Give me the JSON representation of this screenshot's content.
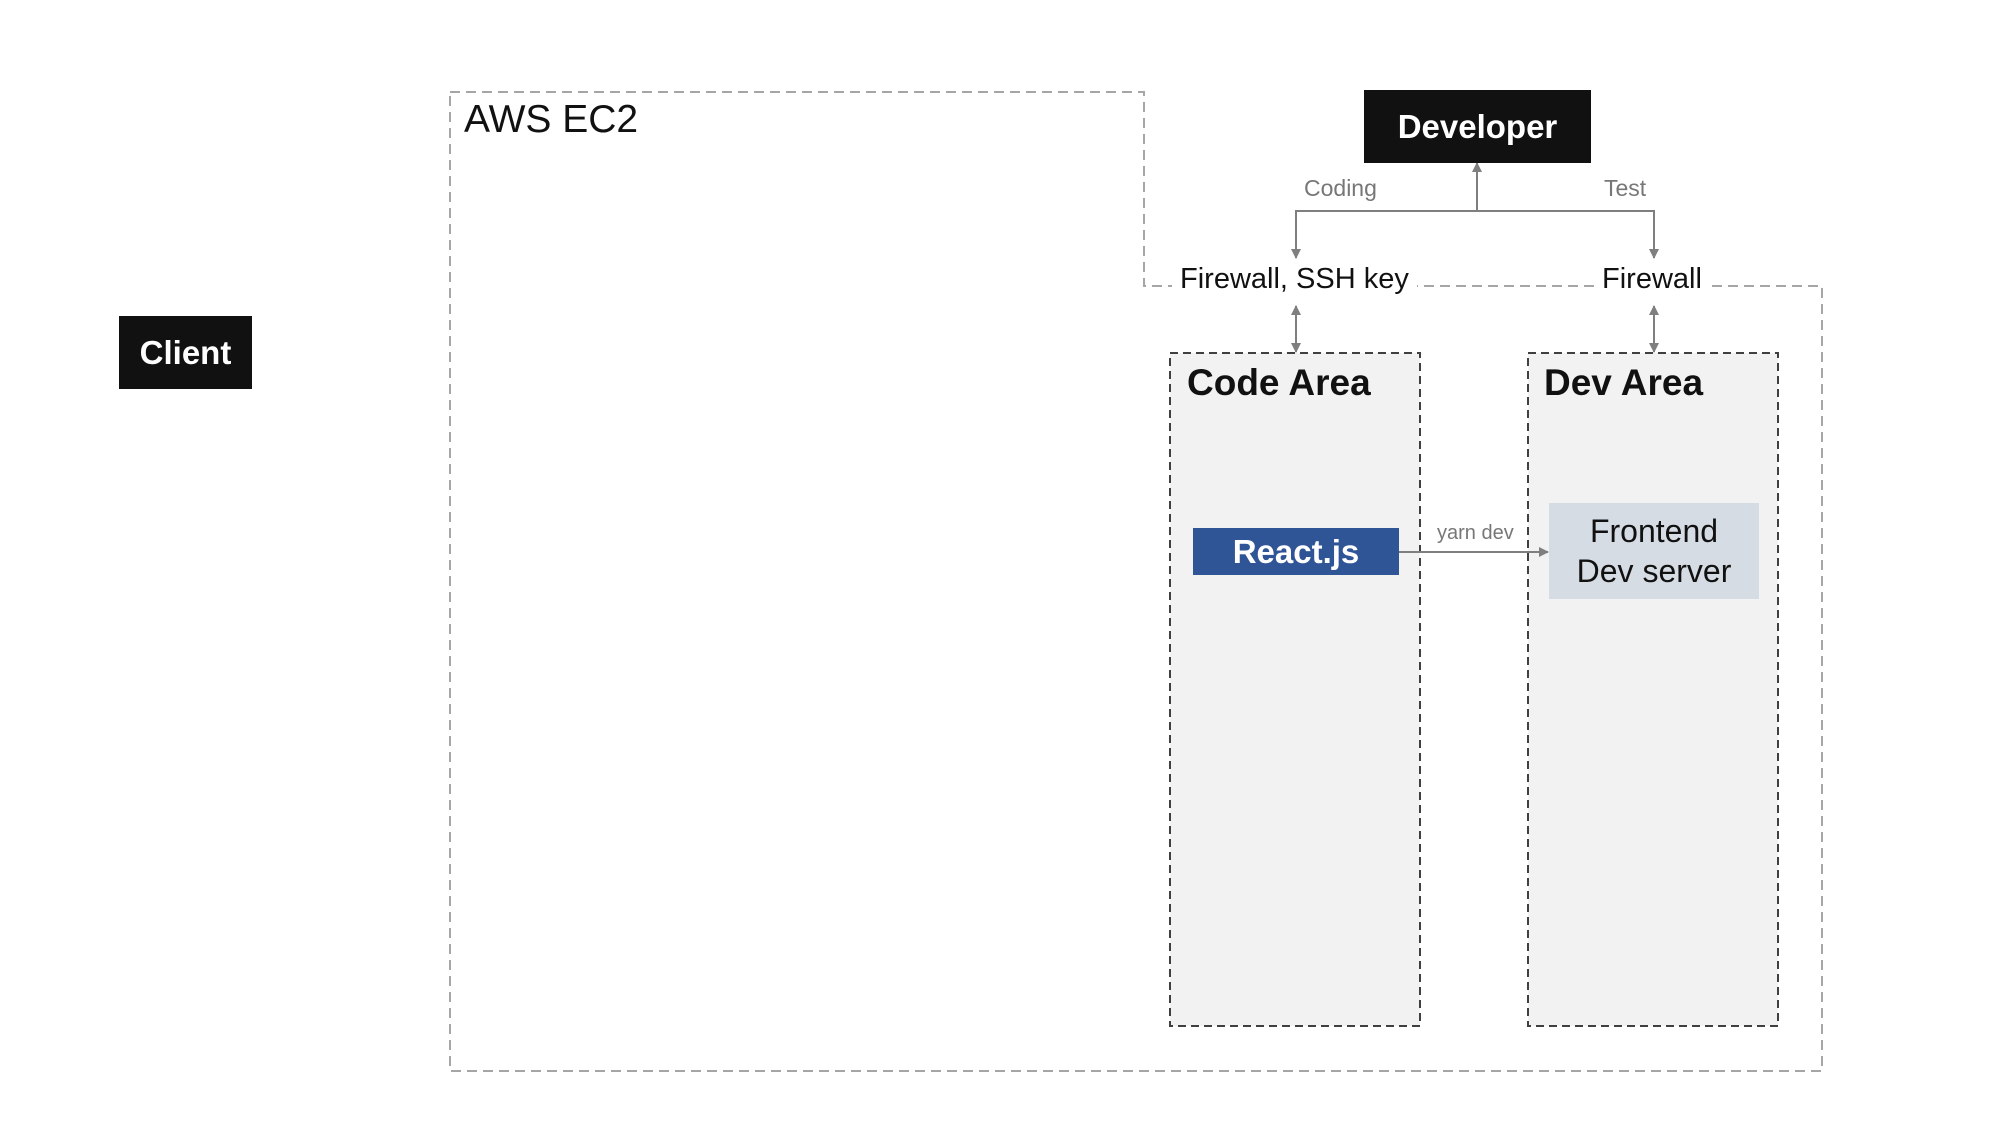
{
  "ec2": {
    "title": "AWS EC2"
  },
  "developer": {
    "label": "Developer"
  },
  "client": {
    "label": "Client"
  },
  "edges": {
    "coding": "Coding",
    "test": "Test",
    "yarn_dev": "yarn dev"
  },
  "firewalls": {
    "code_side": "Firewall, SSH key",
    "dev_side": "Firewall"
  },
  "code_area": {
    "title": "Code Area",
    "component": "React.js"
  },
  "dev_area": {
    "title": "Dev Area",
    "component_line1": "Frontend",
    "component_line2": "Dev server"
  },
  "colors": {
    "react_fill": "#2f5597",
    "dev_server_fill": "#d6dce4",
    "area_fill": "#f2f2f2",
    "dark_node": "#111111"
  }
}
